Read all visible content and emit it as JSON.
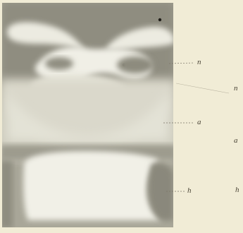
{
  "figure": {
    "labels": {
      "n_primary": "n",
      "n_margin": "n",
      "a_primary": "a",
      "a_margin": "a",
      "h_primary": "h",
      "h_margin": "h"
    },
    "colors": {
      "paper": "#f1ecd6",
      "specimen_dark": "#8d8b7e",
      "specimen_mid": "#b9b7a8",
      "specimen_light": "#efeee4",
      "leader": "#7a7466"
    }
  }
}
